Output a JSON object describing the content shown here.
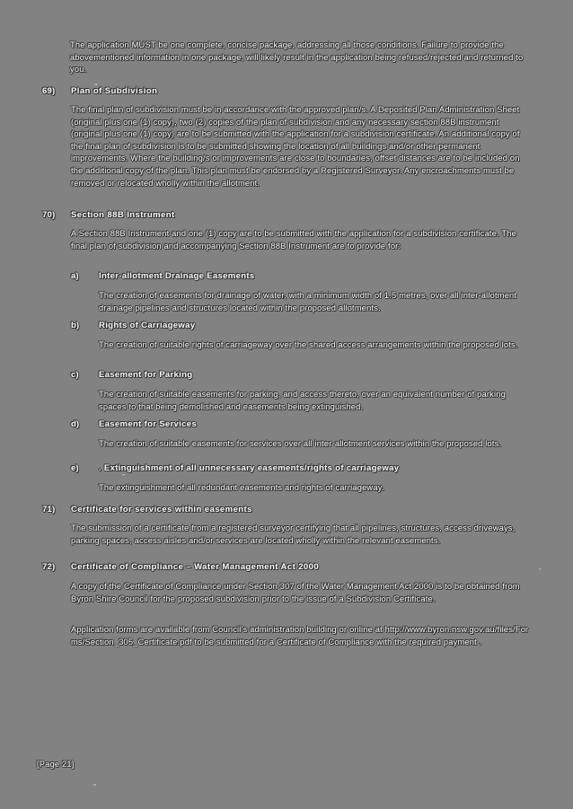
{
  "document": {
    "page_label": "[Page 21]",
    "background_color": "#828282",
    "text_color": "#f2f2f2"
  },
  "lead_paragraph": "The application MUST be one complete, concise package, addressing all those conditions. Failure to provide the abovementioned information in one package, will likely result in the application being refused/rejected and returned to you.",
  "items": [
    {
      "number": "69)",
      "heading": "Plan of Subdivision",
      "body": "The final plan of subdivision must be in accordance with the approved plan/s. A Deposited Plan Administration Sheet (original plus one (1) copy), two (2) copies of the plan of subdivision and any necessary section 88B instrument (original plus one (1) copy) are to be submitted with the application for a subdivision certificate. An additional copy of the final plan of subdivision is to be submitted showing the location of all buildings and/or other permanent improvements. Where the building/s or improvements are close to boundaries, offset distances are to be included on the additional copy of the plan. This plan must be endorsed by a Registered Surveyor. Any encroachments must be removed or relocated wholly within the allotment."
    },
    {
      "number": "70)",
      "heading": "Section 88B Instrument",
      "body": "A Section 88B Instrument and one (1) copy are to be submitted with the application for a subdivision certificate. The final plan of subdivision and accompanying Section 88B Instrument are to provide for:",
      "subitems": [
        {
          "letter": "a)",
          "heading": "Inter-allotment Drainage Easements",
          "body": "The creation of easements for drainage of water, with a minimum width of 1.5 metres, over all inter-allotment drainage pipelines and structures located within the proposed allotments."
        },
        {
          "letter": "b)",
          "heading": "Rights of Carriageway",
          "body": "The creation of suitable rights of carriageway over the shared access arrangements within the proposed lots."
        },
        {
          "letter": "c)",
          "heading": "Easement for Parking",
          "body": "The creation of suitable easements for parking, and access thereto, over an equivalent number of parking spaces to that being demolished and easements being extinguished."
        },
        {
          "letter": "d)",
          "heading": "Easement for Services",
          "body": "The creation of suitable easements for services over all inter-allotment services within the proposed lots."
        },
        {
          "letter": "e)",
          "heading": ". Extinguishment of all unnecessary easements/rights of carriageway",
          "body": "The extinguishment of all redundant easements and rights of carriageway."
        }
      ]
    },
    {
      "number": "71)",
      "heading": "Certificate for services within easements",
      "body": "The submission of a certificate from a registered surveyor certifying that all pipelines, structures, access driveways, parking spaces, access aisles and/or services are located wholly within the relevant easements."
    },
    {
      "number": "72)",
      "heading": "Certificate of Compliance – Water Management Act 2000",
      "body": "A copy of the Certificate of Compliance under Section 307 of the Water Management Act 2000 is to be obtained from Byron Shire Council for the proposed subdivision prior to the issue of a Subdivision Certificate.",
      "body2_prefix": "Application forms are available from Council's administration building or online at ",
      "body2_url": "http://www.byron.nsw.gov.au/files/Forms/Section_305_Certificate.pdf",
      "body2_suffix": " to be submitted for a Certificate of Compliance with the required payment ."
    }
  ],
  "artifacts": {
    "mark_top": "„",
    "mark_right": "ˇ",
    "mark_footer": "„",
    "mark_sub_e": "˝"
  }
}
